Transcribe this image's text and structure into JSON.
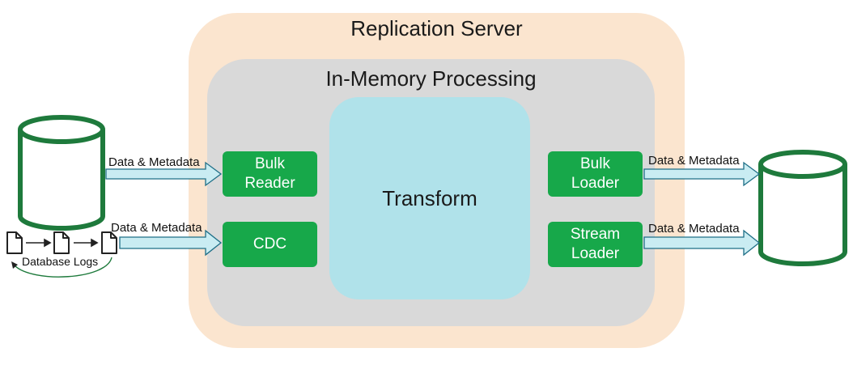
{
  "server": {
    "title": "Replication Server"
  },
  "processing": {
    "title": "In-Memory Processing"
  },
  "transform": {
    "label": "Transform"
  },
  "readers": {
    "bulk_reader": "Bulk\nReader",
    "cdc": "CDC"
  },
  "loaders": {
    "bulk_loader": "Bulk\nLoader",
    "stream_loader": "Stream\nLoader"
  },
  "flows": {
    "source_bulk": "Data & Metadata",
    "source_cdc": "Data & Metadata",
    "target_bulk": "Data & Metadata",
    "target_stream": "Data & Metadata"
  },
  "source": {
    "logs_label": "Database Logs"
  },
  "colors": {
    "server_bg": "#fbe5cf",
    "processing_bg": "#d9d9d9",
    "transform_bg": "#b0e2ea",
    "component_green": "#17a84a",
    "database_stroke": "#1e7a3c",
    "arrow_fill": "#c9ecf2"
  }
}
